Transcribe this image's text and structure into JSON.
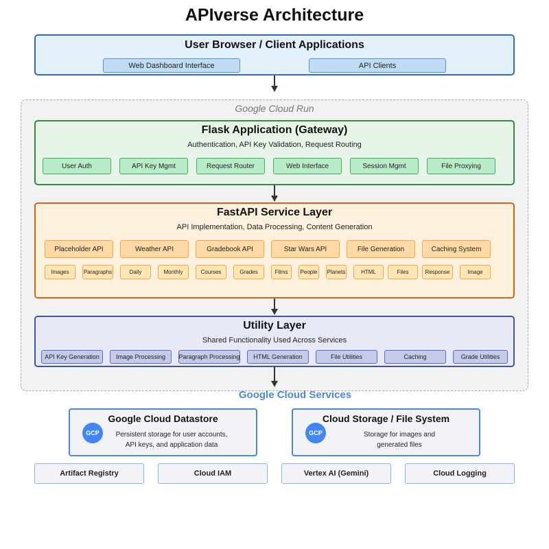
{
  "title": "APIverse Architecture",
  "client": {
    "title": "User Browser / Client Applications",
    "items": [
      "Web Dashboard Interface",
      "API Clients"
    ]
  },
  "cloud_run_label": "Google Cloud Run",
  "gateway": {
    "title": "Flask Application (Gateway)",
    "subtitle": "Authentication, API Key Validation, Request Routing",
    "items": [
      "User Auth",
      "API Key Mgmt",
      "Request Router",
      "Web Interface",
      "Session Mgmt",
      "File Proxying"
    ]
  },
  "fastapi": {
    "title": "FastAPI Service Layer",
    "subtitle": "API Implementation, Data Processing, Content Generation",
    "services": [
      {
        "label": "Placeholder API",
        "subs": [
          "Images",
          "Paragraphs"
        ]
      },
      {
        "label": "Weather API",
        "subs": [
          "Daily",
          "Monthly"
        ]
      },
      {
        "label": "Gradebook API",
        "subs": [
          "Courses",
          "Grades"
        ]
      },
      {
        "label": "Star Wars API",
        "subs": [
          "Films",
          "People",
          "Planets"
        ]
      },
      {
        "label": "File Generation",
        "subs": [
          "HTML",
          "Files"
        ]
      },
      {
        "label": "Caching System",
        "subs": [
          "Response",
          "Image"
        ]
      }
    ]
  },
  "utility": {
    "title": "Utility Layer",
    "subtitle": "Shared Functionality Used Across Services",
    "items": [
      "API Key Generation",
      "Image Processing",
      "Paragraph Processing",
      "HTML Generation",
      "File Utilities",
      "Caching",
      "Grade Utilities"
    ]
  },
  "cloud_services": {
    "heading": "Google Cloud Services",
    "datastore": {
      "title": "Google Cloud Datastore",
      "badge": "GCP",
      "desc_line1": "Persistent storage for user accounts,",
      "desc_line2": "API keys, and application data"
    },
    "storage": {
      "title": "Cloud Storage / File System",
      "badge": "GCP",
      "desc_line1": "Storage for images and",
      "desc_line2": "generated files"
    },
    "tools": [
      "Artifact Registry",
      "Cloud IAM",
      "Vertex AI (Gemini)",
      "Cloud Logging"
    ]
  },
  "colors": {
    "client_fill": "#e3f1fc",
    "client_border": "#2f6db5",
    "gateway_fill": "#e6f5e8",
    "gateway_border": "#2e8b40",
    "fastapi_fill": "#fdf0dc",
    "fastapi_border": "#d9621a",
    "utility_fill": "#e7e9f6",
    "utility_border": "#3f51a8",
    "gcp_blue": "#4285f4"
  }
}
